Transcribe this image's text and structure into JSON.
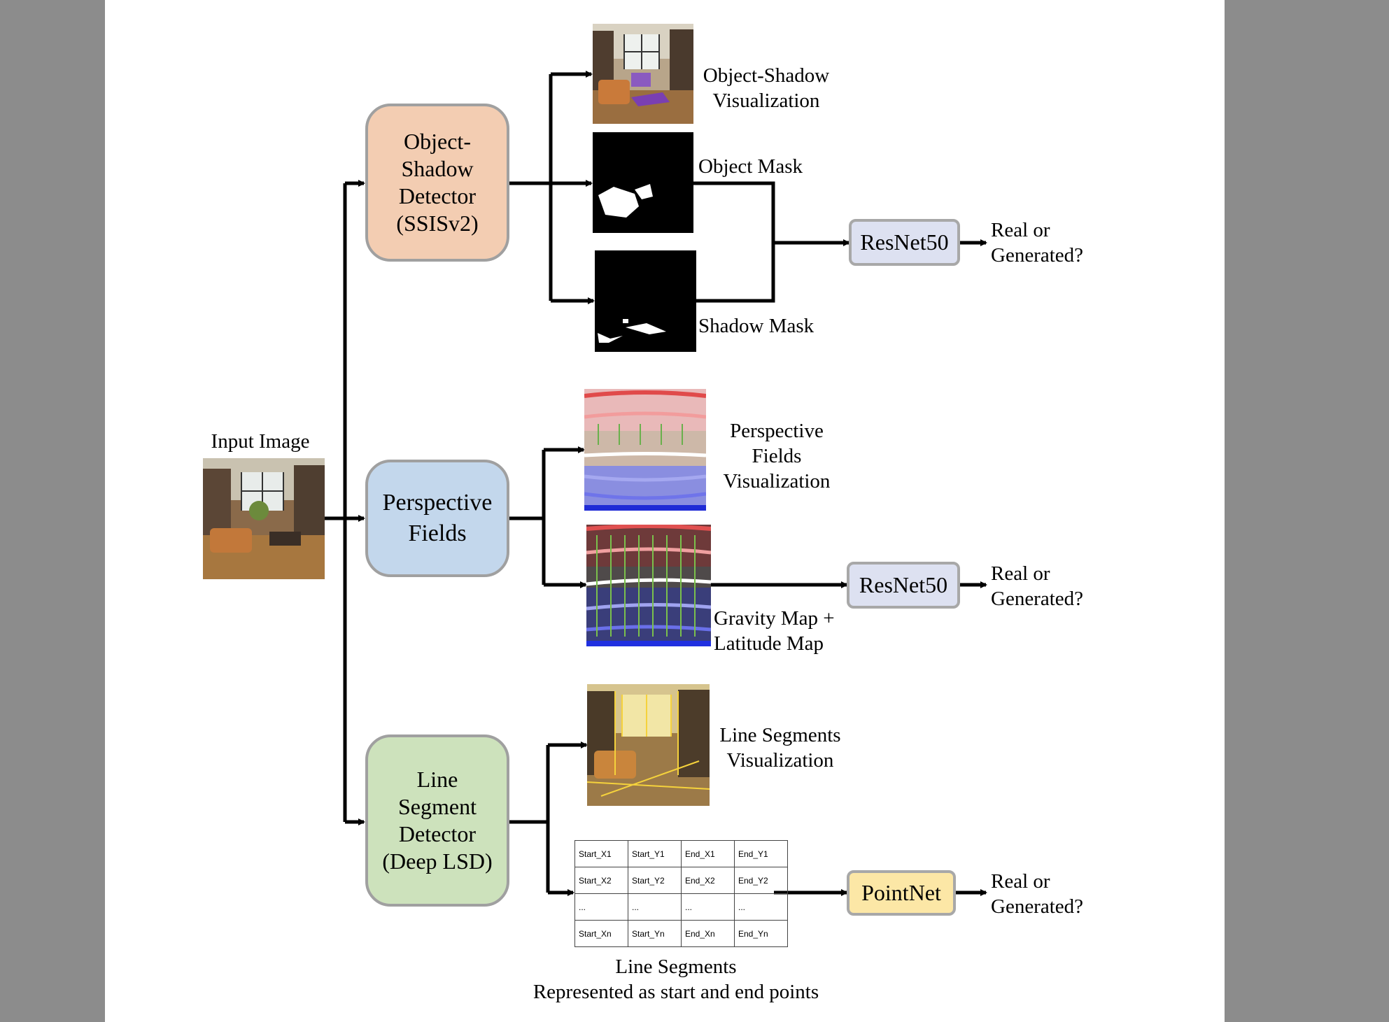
{
  "input": {
    "label": "Input Image"
  },
  "modules": {
    "object_shadow": {
      "label": "Object-\nShadow\nDetector\n(SSISv2)",
      "color": "#f3cdb2"
    },
    "perspective": {
      "label": "Perspective\nFields",
      "color": "#c3d7ec"
    },
    "line_segment": {
      "label": "Line\nSegment\nDetector\n(Deep LSD)",
      "color": "#cde2bc"
    }
  },
  "outputs": {
    "object_shadow_vis": "Object-Shadow\nVisualization",
    "object_mask": "Object Mask",
    "shadow_mask": "Shadow Mask",
    "perspective_vis": "Perspective\nFields\nVisualization",
    "gravity_latitude": "Gravity Map +\nLatitude Map",
    "line_vis": "Line Segments\nVisualization",
    "line_caption": "Line Segments\nRepresented as start and end points"
  },
  "classifiers": {
    "resnet_top": {
      "label": "ResNet50",
      "color": "#dde1f1"
    },
    "resnet_mid": {
      "label": "ResNet50",
      "color": "#dde1f1"
    },
    "pointnet": {
      "label": "PointNet",
      "color": "#fce7a6"
    }
  },
  "result_label": "Real or\nGenerated?",
  "segments_table": [
    [
      "Start_X1",
      "Start_Y1",
      "End_X1",
      "End_Y1"
    ],
    [
      "Start_X2",
      "Start_Y2",
      "End_X2",
      "End_Y2"
    ],
    [
      "...",
      "...",
      "...",
      "..."
    ],
    [
      "Start_Xn",
      "Start_Yn",
      "End_Xn",
      "End_Yn"
    ]
  ]
}
